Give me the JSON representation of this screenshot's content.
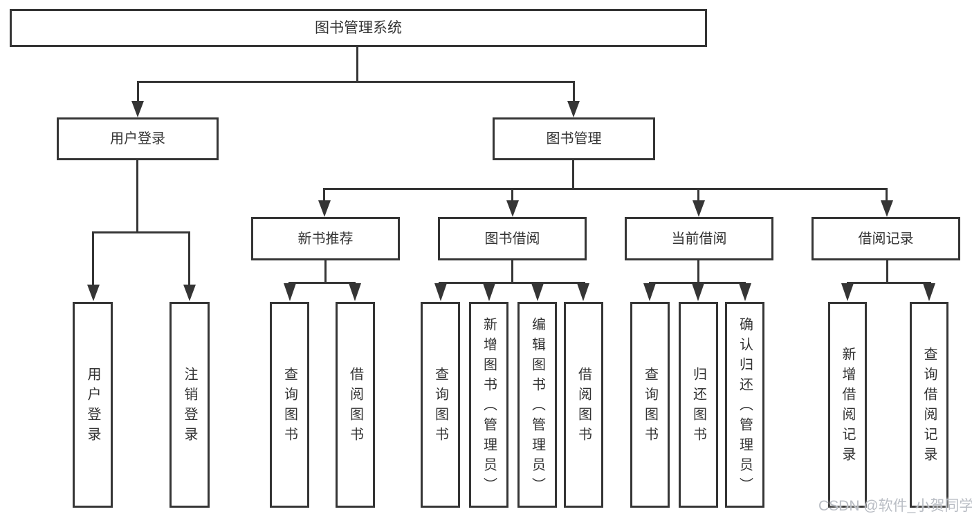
{
  "diagram": {
    "root": {
      "label": "图书管理系统"
    },
    "login": {
      "label": "用户登录",
      "children": [
        {
          "label": "用户登录"
        },
        {
          "label": "注销登录"
        }
      ]
    },
    "management": {
      "label": "图书管理",
      "sections": [
        {
          "label": "新书推荐",
          "children": [
            {
              "label": "查询图书"
            },
            {
              "label": "借阅图书"
            }
          ]
        },
        {
          "label": "图书借阅",
          "children": [
            {
              "label": "查询图书"
            },
            {
              "label": "新增图书（管理员）"
            },
            {
              "label": "编辑图书（管理员）"
            },
            {
              "label": "借阅图书"
            }
          ]
        },
        {
          "label": "当前借阅",
          "children": [
            {
              "label": "查询图书"
            },
            {
              "label": "归还图书"
            },
            {
              "label": "确认归还（管理员）"
            }
          ]
        },
        {
          "label": "借阅记录",
          "children": [
            {
              "label": "新增借阅记录"
            },
            {
              "label": "查询借阅记录"
            }
          ]
        }
      ]
    }
  },
  "watermark": "CSDN @软件_小贺同学",
  "colors": {
    "line": "#353535",
    "text": "#333333",
    "watermark": "#b9bdc4",
    "background": "#ffffff"
  }
}
